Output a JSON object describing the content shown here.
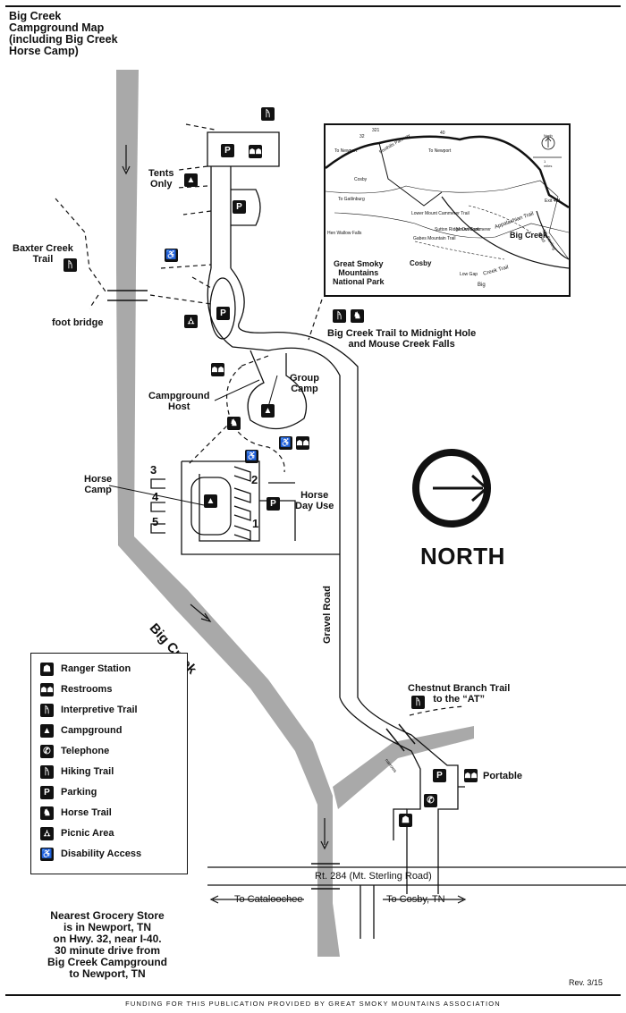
{
  "title": "Big Creek\nCampground Map\n(including Big Creek\nHorse Camp)",
  "labels": {
    "tents_only": "Tents\nOnly",
    "baxter_creek": "Baxter Creek\nTrail",
    "foot_bridge": "foot bridge",
    "big_creek_trail": "Big Creek Trail to Midnight Hole\nand Mouse Creek Falls",
    "group_camp": "Group\nCamp",
    "campground_host": "Campground\nHost",
    "horse_camp": "Horse\nCamp",
    "horse_day_use": "Horse\nDay Use",
    "site_1": "1",
    "site_2": "2",
    "site_3": "3",
    "site_4": "4",
    "site_5": "5",
    "big_creek": "Big Creek",
    "gravel_road": "Gravel Road",
    "chestnut_branch": "Chestnut Branch Trail\nto the “AT”",
    "portable": "Portable",
    "rt284": "Rt. 284 (Mt. Sterling Road)",
    "to_cataloochee": "To Cataloochee",
    "to_cosby": "To Cosby, TN",
    "north": "NORTH",
    "narrows": "narrows"
  },
  "inset": {
    "to_newport_1": "To Newport",
    "to_newport_2": "To Newport",
    "foothills_parkway": "Foothills Parkway",
    "cosby": "Cosby",
    "to_gatlinburg": "To\nGatlinburg",
    "lower_mount_cammerer": "Lower Mount\nCammerer\nTrail",
    "mount_cammerer": "Mount\nCammerer",
    "gabes_mountain": "Gabes Mountain\nTrail",
    "sutton_ridge": "Sutton\nRidge\nOverlook",
    "hen_wallow": "Hen Wallow Falls",
    "appalachian": "Appalachian Trail",
    "big_creek": "Big Creek",
    "cosby_camp": "Cosby",
    "gsmnp": "Great Smoky\nMountains\nNational Park",
    "low_gap": "Low Gap",
    "creek_trail": "Creek    Trail",
    "big": "Big",
    "exit": "Exit 451",
    "mt_sterling": "Mt. Sterling Road",
    "route_32": "32",
    "route_321": "321",
    "route_40": "40",
    "north": "North",
    "miles": "1\nmiles"
  },
  "legend": [
    {
      "icon": "ranger-station-icon",
      "label": "Ranger Station"
    },
    {
      "icon": "restrooms-icon",
      "label": "Restrooms"
    },
    {
      "icon": "interpretive-trail-icon",
      "label": "Interpretive Trail"
    },
    {
      "icon": "campground-icon",
      "label": "Campground"
    },
    {
      "icon": "telephone-icon",
      "label": "Telephone"
    },
    {
      "icon": "hiking-trail-icon",
      "label": "Hiking Trail"
    },
    {
      "icon": "parking-icon",
      "label": "Parking"
    },
    {
      "icon": "horse-trail-icon",
      "label": "Horse Trail"
    },
    {
      "icon": "picnic-area-icon",
      "label": "Picnic Area"
    },
    {
      "icon": "disability-access-icon",
      "label": "Disability Access"
    }
  ],
  "glyphs": {
    "parking": "P",
    "campground": "▲",
    "restrooms": "☗☗",
    "hiking": "ᚤ",
    "disability": "♿",
    "telephone": "✆",
    "picnic": "⛼",
    "horse": "♞",
    "ranger": "☗",
    "interpretive": "ᚤ"
  },
  "grocery": "Nearest Grocery Store\nis in Newport, TN\non Hwy. 32, near I-40.\n30 minute drive from\nBig Creek Campground\nto Newport, TN",
  "footer": "FUNDING FOR THIS PUBLICATION PROVIDED BY GREAT SMOKY MOUNTAINS ASSOCIATION",
  "revision": "Rev. 3/15",
  "colors": {
    "creek": "#a9a9a9",
    "ink": "#111111"
  }
}
